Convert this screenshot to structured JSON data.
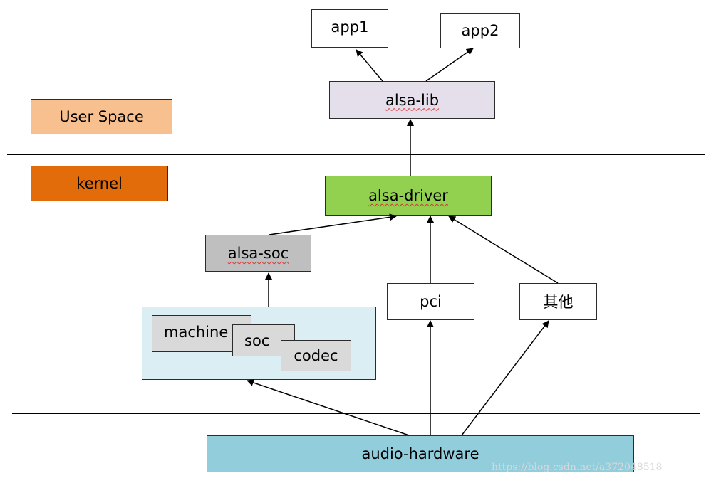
{
  "legend": {
    "user_space": "User Space",
    "kernel": "kernel"
  },
  "nodes": {
    "app1": "app1",
    "app2": "app2",
    "alsa_lib": "alsa-lib",
    "alsa_driver": "alsa-driver",
    "alsa_soc": "alsa-soc",
    "machine": "machine",
    "soc": "soc",
    "codec": "codec",
    "pci": "pci",
    "other": "其他",
    "audio_hardware": "audio-hardware"
  },
  "watermark": "https://blog.csdn.net/a372048518",
  "colors": {
    "user_space": "#f8bf8f",
    "kernel": "#e26b0a",
    "alsa_lib": "#e5dfec",
    "alsa_driver": "#92d050",
    "alsa_soc": "#bfbfbf",
    "asoc_group": "#dbeef3",
    "asoc_parts": "#d9d9d9",
    "audio_hardware": "#92cddc"
  }
}
